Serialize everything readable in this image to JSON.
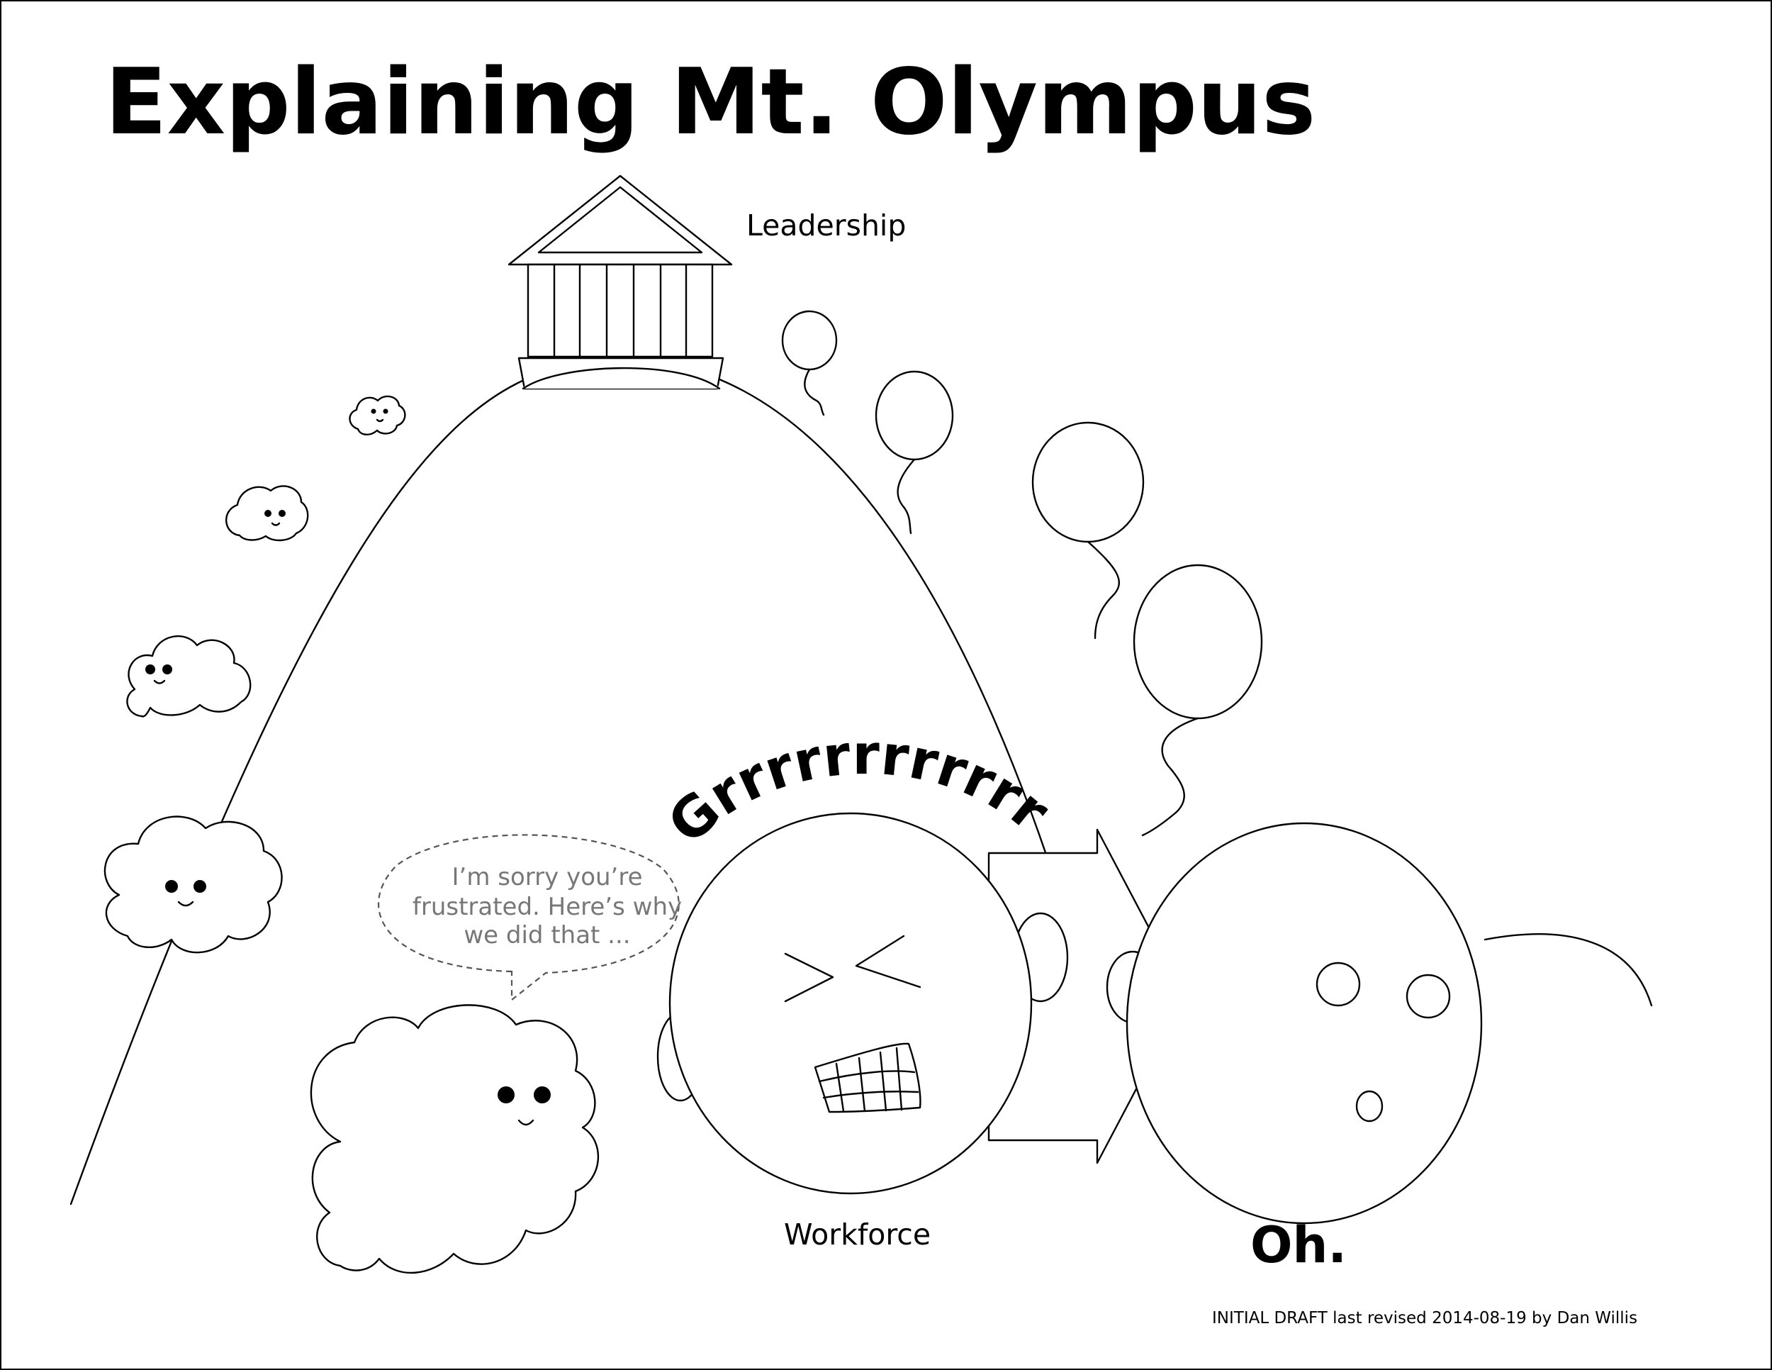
{
  "title": "Explaining Mt. Olympus",
  "labels": {
    "leadership": "Leadership",
    "workforce": "Workforce",
    "growl": "Grrrrrrrrrrrr",
    "oh": "Oh.",
    "speech_lines": [
      "I’m sorry you’re",
      "frustrated. Here’s why",
      "we did that ..."
    ]
  },
  "footer": "INITIAL DRAFT last revised 2014-08-19 by Dan Willis"
}
